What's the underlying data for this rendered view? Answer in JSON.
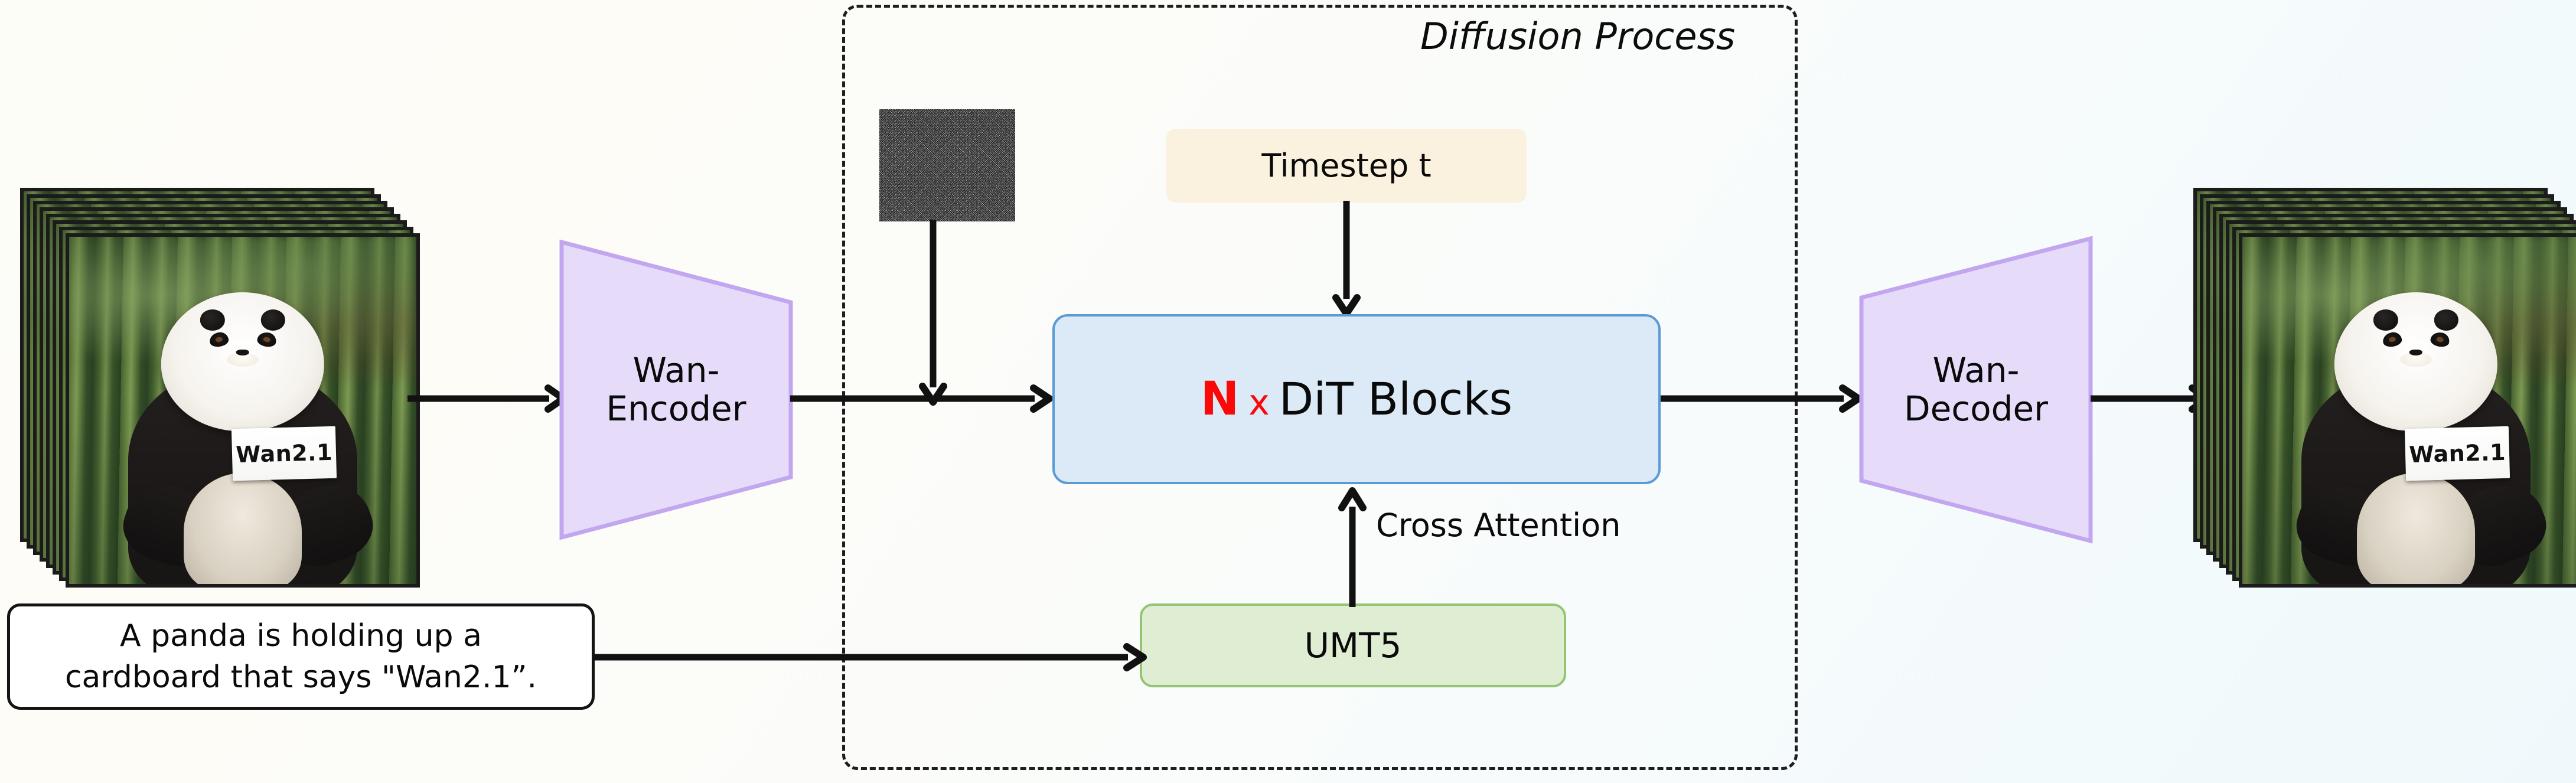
{
  "diagram": {
    "title": "Wan2.1 diffusion pipeline architecture",
    "background_start": "#fdfdf8",
    "background_end": "#eff9fb"
  },
  "diffusion": {
    "label": "Diffusion Process",
    "border_color": "#1e1e1e",
    "border_style": "dash-dot"
  },
  "input_stack": {
    "name": "input-video-frames",
    "frame_count": 8,
    "sign_text": "Wan2.1"
  },
  "output_stack": {
    "name": "output-video-frames",
    "frame_count": 8,
    "sign_text": "Wan2.1"
  },
  "encoder": {
    "line1": "Wan-",
    "line2": "Encoder",
    "fill": "#e6dcfa",
    "stroke": "#c3a6f0"
  },
  "decoder": {
    "line1": "Wan-",
    "line2": "Decoder",
    "fill": "#e6dcfa",
    "stroke": "#c3a6f0"
  },
  "noise": {
    "name": "gaussian-noise-patch",
    "alt": "random gaussian noise"
  },
  "dit": {
    "n_symbol": "N",
    "multiply_symbol": "x",
    "label": "DiT Blocks",
    "fill": "#dce9f7",
    "stroke": "#5b9bd5",
    "accent": "#fb0808"
  },
  "timestep": {
    "label": "Timestep t",
    "fill": "#faf1de"
  },
  "umt5": {
    "label": "UMT5",
    "fill": "#dfeed2",
    "stroke": "#93c572"
  },
  "cross_attention": {
    "label": "Cross Attention"
  },
  "prompt": {
    "line1": "A panda is holding up a",
    "line2": "cardboard that says \"Wan2.1”."
  }
}
